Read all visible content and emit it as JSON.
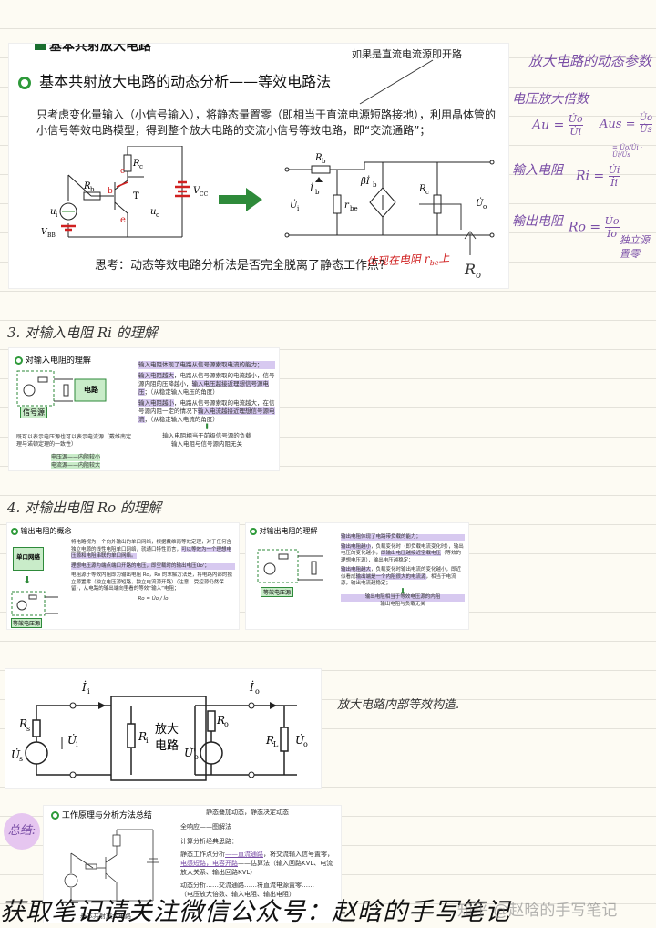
{
  "top_panel": {
    "partial_header": "基本共射放大电路",
    "annotation": "如果是直流电流源即开路",
    "title": "基本共射放大电路的动态分析——等效电路法",
    "body": "只考虑变化量输入（小信号输入），将静态量置零（即相当于直流电源短路接地），利用晶体管的小信号等效电路模型，得到整个放大电路的交流小信号等效电路，即“交流通路”；",
    "think": "思考：动态等效电路分析法是否完全脱离了静态工作点?",
    "labels": {
      "rb": "R",
      "rb_sub": "b",
      "rc": "R",
      "rc_sub": "c",
      "t": "T",
      "vcc": "V",
      "vcc_sub": "CC",
      "ui": "u",
      "ui_sub": "i",
      "uo": "u",
      "uo_sub": "o",
      "vbb": "V",
      "vbb_sub": "BB",
      "b": "b",
      "c": "c",
      "e": "e",
      "eq_rb": "R",
      "eq_rb_sub": "b",
      "eq_ib": "İ",
      "eq_ib_sub": "b",
      "eq_beta": "βİ",
      "eq_beta_sub": "b",
      "eq_rbe": "r",
      "eq_rbe_sub": "be",
      "eq_rc": "R",
      "eq_rc_sub": "c",
      "eq_ui": "U̇",
      "eq_ui_sub": "i",
      "eq_uo": "U̇",
      "eq_uo_sub": "o"
    },
    "red_note": "体现在电阻 r",
    "red_note_sub": "be",
    "red_note_end": "上",
    "ro_mark": "R",
    "ro_mark_sub": "o"
  },
  "right_notes": {
    "title": "放大电路的动态参数",
    "gain": "电压放大倍数",
    "au": "Au =",
    "au_num": "U̇o",
    "au_den": "U̇i",
    "aus": "Aus =",
    "aus_num": "U̇o",
    "aus_den": "U̇s",
    "aus_small": "= U̇o/U̇i · U̇i/U̇s",
    "input_r": "输入电阻",
    "ri": "Ri =",
    "ri_num": "U̇i",
    "ri_den": "İi",
    "output_r": "输出电阻",
    "ro": "Ro =",
    "ro_num": "U̇o",
    "ro_den": "İo",
    "ro_note": "独立源置零"
  },
  "section3": {
    "heading": "3. 对输入电阻 Ri 的理解"
  },
  "input_panel": {
    "title": "对输入电阻的理解",
    "source_label": "信号源",
    "circuit_label": "电路",
    "note": "既可以表示电压源也可以表示电流源（戴维南定理与诺顿定理的一致性）",
    "volt_src": "电压源——内阻较小",
    "curr_src": "电流源——内阻较大",
    "p1": "输入电阻体现了电路从信号源索取电流的能力；",
    "p2a": "输入电阻越大",
    "p2b": "，电路从信号源索取的电流越小，信号源内阻的压降越小，",
    "p2c": "输入电压越接近理想信号源电压",
    "p2d": "；（从稳定输入电压的角度）",
    "p3a": "输入电阻越小",
    "p3b": "，电路从信号源索取的电流越大，在信号源内阻一定的情况下",
    "p3c": "输入电流越接近理想信号源电流",
    "p3d": "；（从稳定输入电流的角度）",
    "conclusion1": "输入电阻相当于前级信号源的负载",
    "conclusion2": "输入电阻与信号源内阻无关"
  },
  "section4": {
    "heading": "4. 对输出电阻 Ro 的理解"
  },
  "output_concept_panel": {
    "title": "输出电阻的概念",
    "port_label": "单口网络",
    "equiv_label": "等效电压源",
    "p1": "将电路视为一个向外输出的单口网络，根据戴维南等效定理，对于任何含独立电源的线性电阻单口网络，就通口特性而言，",
    "p1h": "可以等效为一个理想电压源和电阻串联的单口网络。",
    "p2": "理想电压源为端点端口开路的电压，即空载时的输出电压U̇o'；",
    "p3": "电阻源于等效内阻即为输出电阻 Ro，Ro 的求解方法是，将电路内部的独立源置零（独立电压源短路，独立电流源开路）（注意：受控源仍然保留），从电路的输出端向里看的等效“输入”电阻；",
    "formula": "Ro = U̇o / İo"
  },
  "output_understand_panel": {
    "title": "对输出电阻的理解",
    "equiv_label": "等效电压源",
    "p1": "输出电阻体现了电路带负载的能力；",
    "p2a": "输出电阻越小",
    "p2b": "，负载变化时（即负载电流变化时），输出电压的变化越小，",
    "p2c": "即输出电压越接近空载电压",
    "p2d": "（等效的理想电压源），输出电压越稳定；",
    "p3a": "输出电阻越大",
    "p3b": "，负载变化时输出电流的变化越小，即近似看成",
    "p3c": "输出端是一个内阻很大的电流源",
    "p3d": "，相当于电流源，输出电流越稳定；",
    "conclusion1": "输出电阻相当于等效电压源的内阻",
    "conclusion2": "输出电阻与负载无关"
  },
  "equiv_circuit": {
    "rs": "R",
    "rs_sub": "s",
    "us": "U̇",
    "us_sub": "s",
    "ui": "U̇",
    "ui_sub": "i",
    "ii": "İ",
    "ii_sub": "i",
    "ri": "R",
    "ri_sub": "i",
    "amp1": "放大",
    "amp2": "电路",
    "ro": "R",
    "ro_sub": "o",
    "uo_prime": "U̇'",
    "uo_prime_sub": "o",
    "io": "İ",
    "io_sub": "o",
    "rl": "R",
    "rl_sub": "L",
    "uo": "U̇",
    "uo_sub": "o",
    "caption": "放大电路内部等效构造."
  },
  "summary": {
    "badge": "总结:",
    "title": "工作原理与分析方法总结",
    "static": "静态叠加动态，静态决定动态",
    "q_point": "全响应——图解法",
    "calc": "计算分析经典思路：",
    "s1a": "静态工作点分析",
    "s1b": "——直流通路",
    "s1c": "，将交流输入信号置零，",
    "s1d": "电感短路，电容开路",
    "s1e": "——估算法（输入回路KVL、电流放大关系、输出回路KVL）",
    "s2": "动态分析……交流通路……将直流电源置零……",
    "s3": "（电压放大倍数、输入电阻、输出电阻）",
    "fig_caption": "基本共射放大电路"
  },
  "footer": {
    "text": "获取笔记请关注微信公众号：赵晗的手写笔记",
    "watermark": "知乎 @赵晗的手写笔记"
  }
}
